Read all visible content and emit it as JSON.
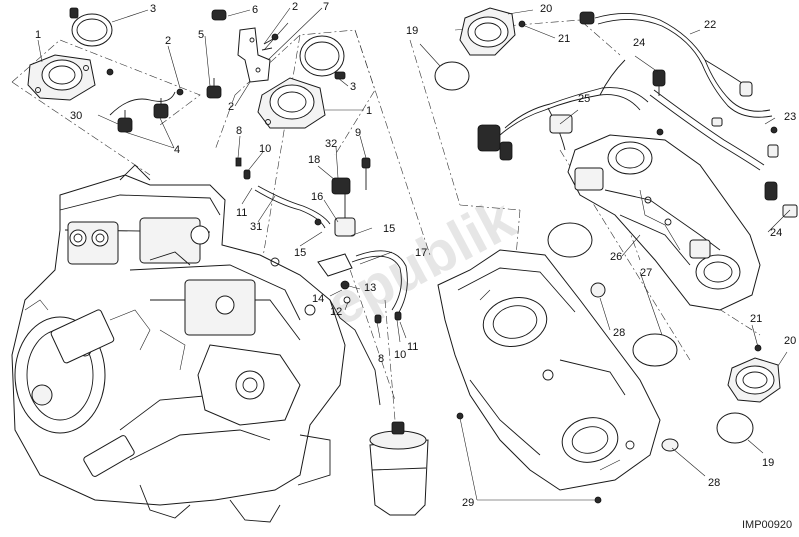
{
  "diagram": {
    "drawing_code": "IMP00920",
    "watermark": "PartsRepublik",
    "callouts": [
      "1",
      "1",
      "2",
      "2",
      "2",
      "3",
      "3",
      "4",
      "5",
      "6",
      "7",
      "8",
      "8",
      "9",
      "10",
      "10",
      "11",
      "11",
      "12",
      "13",
      "14",
      "15",
      "15",
      "16",
      "17",
      "18",
      "19",
      "19",
      "20",
      "20",
      "21",
      "21",
      "22",
      "23",
      "24",
      "24",
      "25",
      "26",
      "27",
      "28",
      "28",
      "29",
      "30",
      "31",
      "32"
    ]
  }
}
